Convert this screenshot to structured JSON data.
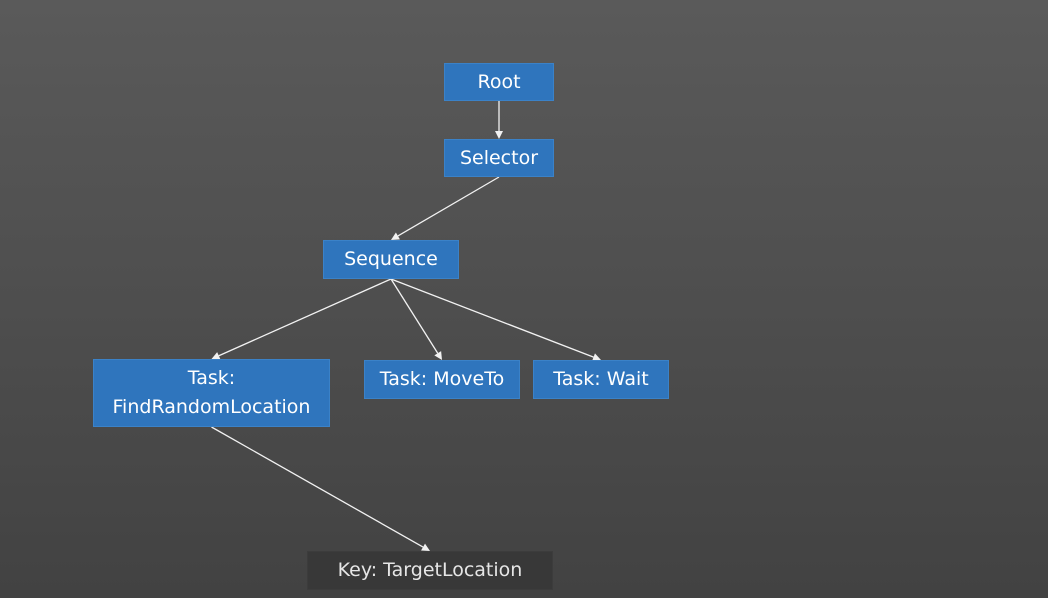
{
  "diagram": {
    "nodes": {
      "root": "Root",
      "selector": "Selector",
      "sequence": "Sequence",
      "find_random_location": "Task:\nFindRandomLocation",
      "move_to": "Task: MoveTo",
      "wait": "Task: Wait",
      "key_target_location": "Key: TargetLocation"
    },
    "edges": [
      {
        "from": "root",
        "to": "selector"
      },
      {
        "from": "selector",
        "to": "sequence"
      },
      {
        "from": "sequence",
        "to": "find_random_location"
      },
      {
        "from": "sequence",
        "to": "move_to"
      },
      {
        "from": "sequence",
        "to": "wait"
      },
      {
        "from": "find_random_location",
        "to": "key_target_location"
      }
    ],
    "colors": {
      "node_fill": "#2f75bd",
      "key_fill": "#383838",
      "edge": "#f2f2f2",
      "background": "#525252"
    }
  }
}
